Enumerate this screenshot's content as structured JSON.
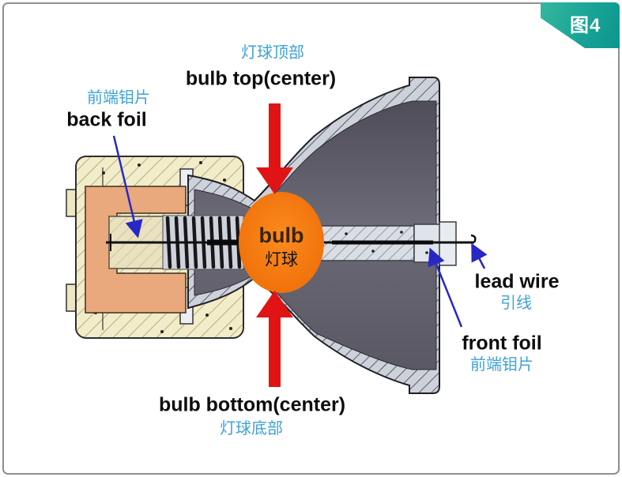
{
  "figure_badge": {
    "label": "图4"
  },
  "labels": {
    "bulb_top": {
      "zh": "灯球顶部",
      "en": "bulb top(center)"
    },
    "back_foil": {
      "zh": "前端钼片",
      "en": "back foil"
    },
    "bulb": {
      "en": "bulb",
      "zh": "灯球"
    },
    "lead_wire": {
      "en": "lead wire",
      "zh": "引线"
    },
    "front_foil": {
      "en": "front foil",
      "zh": "前端钼片"
    },
    "bulb_bottom": {
      "en": "bulb bottom(center)",
      "zh": "灯球底部"
    }
  },
  "colors": {
    "label_blue": "#3ea2d6",
    "label_black": "#0d0d0d",
    "red_arrow": "#e01414",
    "blue_arrow": "#2828c4",
    "bulb_orange": "#f5750e",
    "badge_teal": "#18a495",
    "base_beige": "#f1ecc9",
    "bracket_copper": "#e9a97d",
    "cone_gray": "#5d5c66"
  }
}
